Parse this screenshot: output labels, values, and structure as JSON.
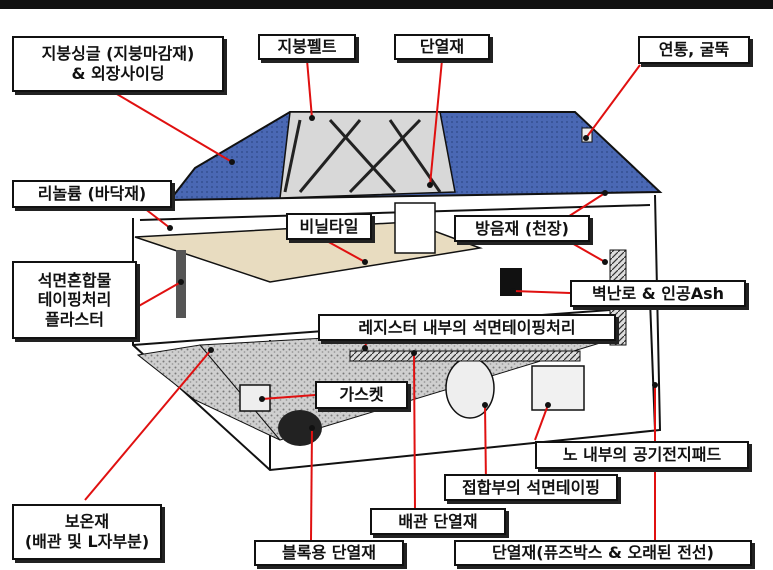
{
  "labels": {
    "roof_shingles": [
      "지붕싱글 (지붕마감재)",
      "& 외장사이딩"
    ],
    "roof_felt": "지붕펠트",
    "insulation_top": "단열재",
    "flue_chimney": "연통, 굴뚝",
    "linoleum": "리놀륨 (바닥재)",
    "vinyl_tile": "비닐타일",
    "ceiling_soundproofing": "방음재 (천장)",
    "asbestos_plaster": [
      "석면혼합물",
      "테이핑처리",
      "플라스터"
    ],
    "wall_furnace": "벽난로 & 인공Ash",
    "register_tape": "레지스터 내부의 석면테이핑처리",
    "gasket": "가스켓",
    "furnace_pad": "노 내부의 공기전지패드",
    "joint_tape": "접합부의 석면테이핑",
    "pipe_insulation": "배관 단열재",
    "lagging": [
      "보온재",
      "(배관 및 L자부분)"
    ],
    "block_insulation": "블록용 단열재",
    "fusebox_insulation": "단열재(퓨즈박스 & 오래된 전선)"
  },
  "colors": {
    "roof": "#3f5fa8",
    "floor_upper": "#e8dcc0",
    "floor_lower": "#c8c8c8",
    "wall": "#111111",
    "leader_line": "#e01010"
  }
}
